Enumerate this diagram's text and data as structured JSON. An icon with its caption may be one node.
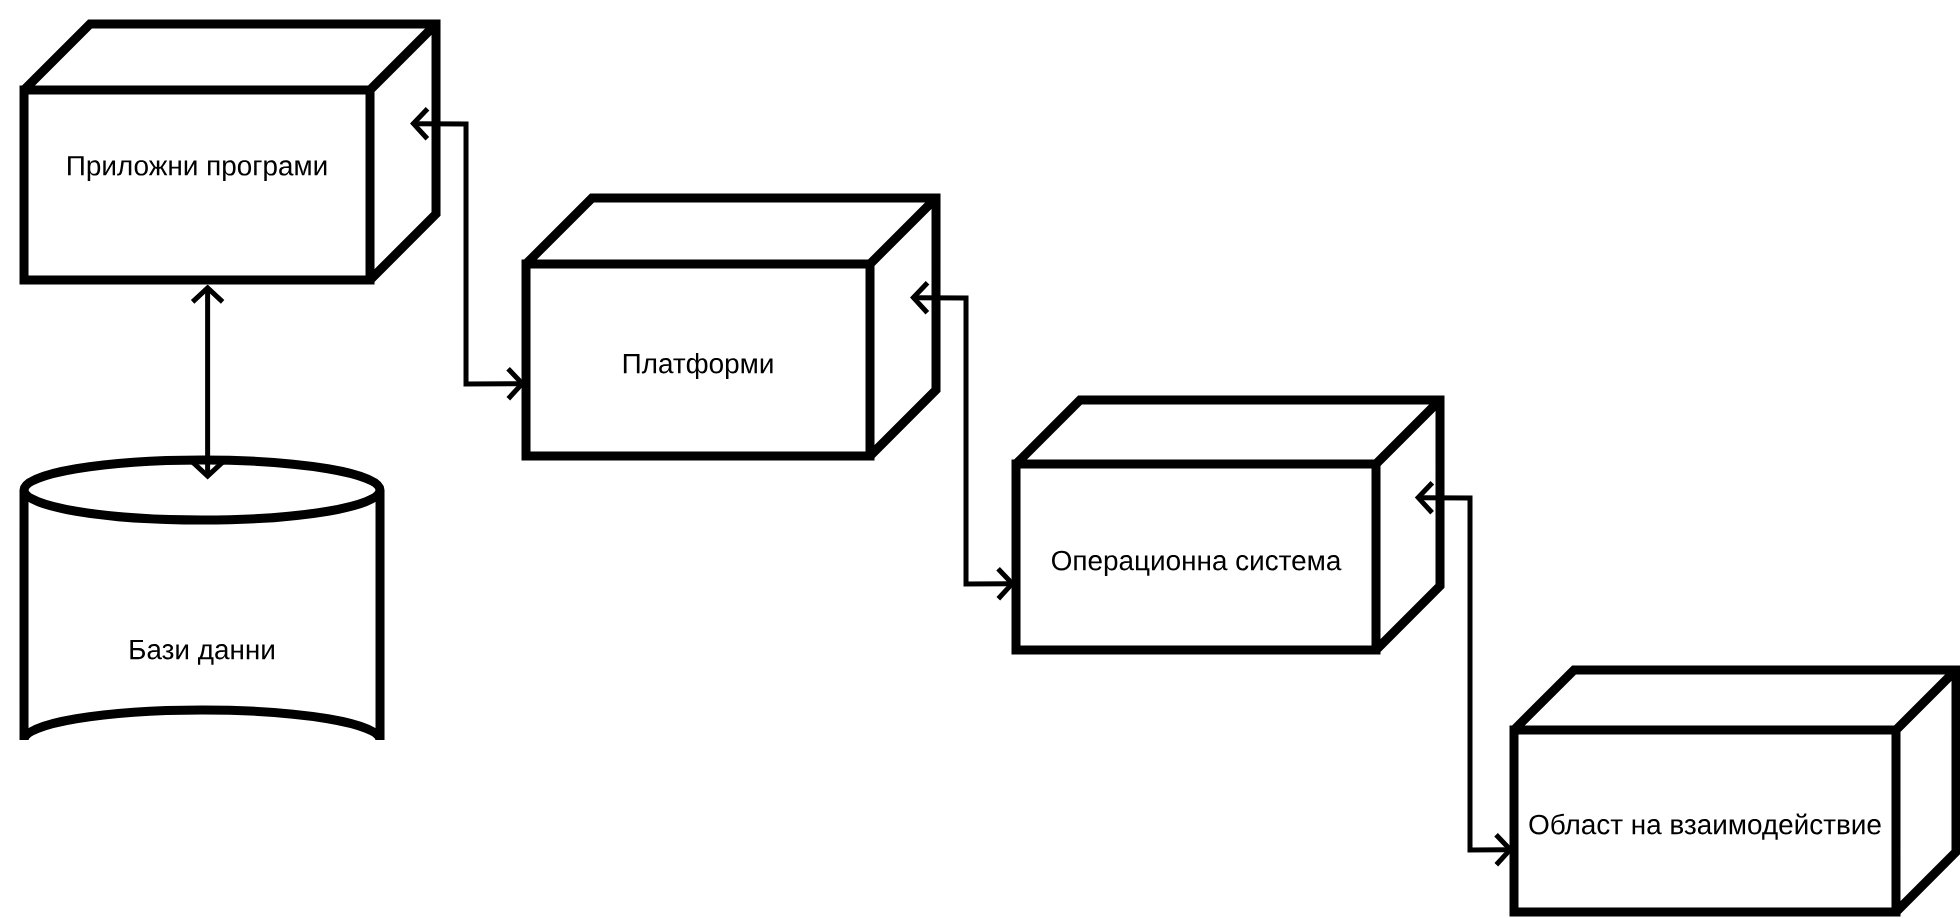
{
  "diagram": {
    "nodes": [
      {
        "text": [
          "Приложни програми"
        ]
      },
      {
        "text": [
          "Платформи"
        ]
      },
      {
        "text": [
          "Операционна система"
        ]
      },
      {
        "text": [
          "Област на взаимодействие"
        ]
      },
      {
        "text": [
          "Бази данни"
        ]
      }
    ],
    "edges": [
      {
        "from": 0,
        "to": 1,
        "arrow": "both"
      },
      {
        "from": 1,
        "to": 2,
        "arrow": "both"
      },
      {
        "from": 2,
        "to": 3,
        "arrow": "both"
      },
      {
        "from": 0,
        "to": 4,
        "arrow": "both"
      }
    ]
  }
}
